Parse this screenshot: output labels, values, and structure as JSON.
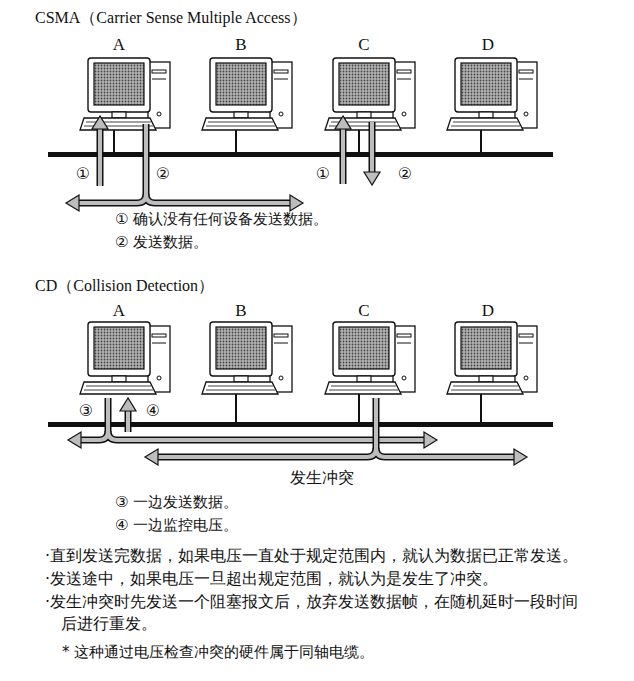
{
  "diagram": {
    "labels": [
      "CSMA（Carrier Sense Multiple Access）",
      "A",
      "B",
      "C",
      "D",
      "①",
      "②",
      "①",
      "②",
      "① 确认没有任何设备发送数据。",
      "② 发送数据。",
      "CD（Collision Detection）",
      "A",
      "B",
      "C",
      "D",
      "③",
      "④",
      "发生冲突",
      "③ 一边发送数据。",
      "④ 一边监控电压。",
      "·直到发送完数据，如果电压一直处于规定范围内，就认为数据已正常发送。",
      "·发送途中，如果电压一旦超出规定范围，就认为是发生了冲突。",
      "·发生冲突时先发送一个阻塞报文后，放弃发送数据帧，在随机延时一段时间 后进行重发。",
      "* 这种通过电压检查冲突的硬件属于同轴电缆。"
    ]
  }
}
